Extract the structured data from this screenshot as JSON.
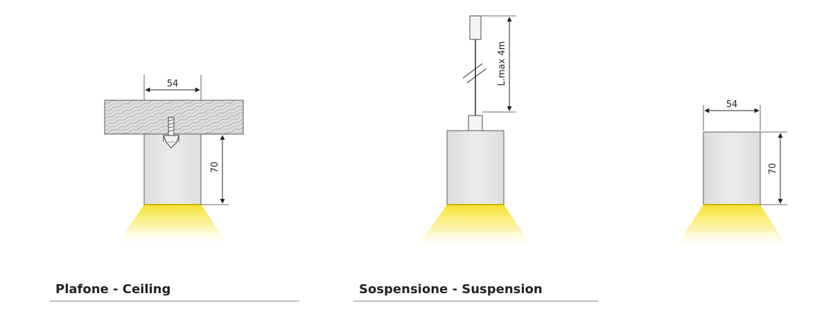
{
  "captions": {
    "ceiling": "Plafone - Ceiling",
    "suspension": "Sospensione - Suspension"
  },
  "dimensions": {
    "ceiling_width": "54",
    "ceiling_height": "70",
    "suspension_cable": "L.max 4m",
    "front_width": "54",
    "front_height": "70"
  },
  "colors": {
    "body_fill": "#e4e4e4",
    "outline": "#333333",
    "light_yellow": "#f7e64a",
    "ceiling_hatch": "#d9d9d9"
  }
}
